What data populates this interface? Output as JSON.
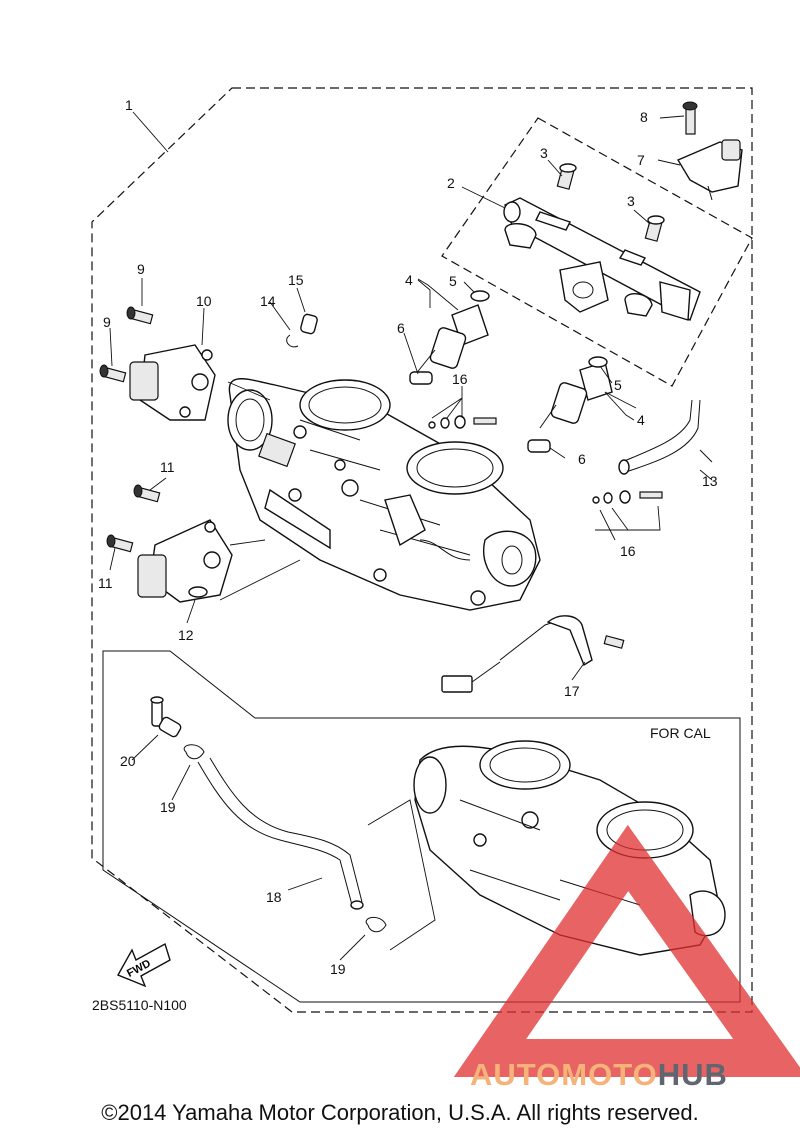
{
  "callouts": [
    "1",
    "2",
    "3",
    "3",
    "4",
    "4",
    "5",
    "5",
    "6",
    "6",
    "7",
    "8",
    "9",
    "9",
    "10",
    "11",
    "11",
    "12",
    "13",
    "14",
    "15",
    "16",
    "16",
    "17",
    "18",
    "19",
    "19",
    "20"
  ],
  "inset_label": "FOR CAL",
  "direction_label": "FWD",
  "drawing_code": "2BS5110-N100",
  "copyright": "©2014 Yamaha Motor Corporation, U.S.A. All rights reserved.",
  "watermark": {
    "text_a": "AUTOMOTO",
    "text_b": "HUB",
    "color_a": "#f5b37a",
    "color_b": "#5f6670",
    "triangle_color": "#e03030"
  },
  "icons": {
    "fwd_arrow": "fwd-arrow-icon"
  }
}
